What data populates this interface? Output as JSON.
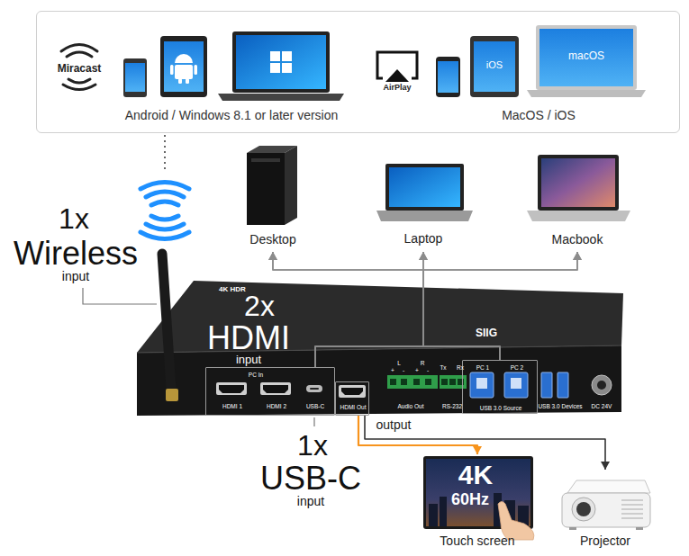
{
  "diagram": {
    "nodes": [
      {
        "text": [
          "Android / Windows 8.1 or later version",
          "MacOS / iOS"
        ]
      },
      {
        "text": [
          "Desktop"
        ]
      },
      {
        "text": [
          "Laptop"
        ]
      },
      {
        "text": [
          "Macbook"
        ]
      },
      {
        "text": [
          "4K HDR",
          "SIIG"
        ]
      },
      {
        "text": [
          "2x",
          "HDMI",
          "input",
          "PC In",
          "HDMI 1",
          "HDMI 2",
          "USB-C"
        ],
        "in": 4
      },
      {
        "text": [
          "HDMI Out"
        ],
        "in": 4
      },
      {
        "text": [
          "PC 1",
          "PC 2",
          "USB 3.0 Source"
        ],
        "in": 4
      },
      {
        "text": [
          "4K",
          "60Hz",
          "Touch screen"
        ]
      },
      {
        "text": [
          "Projector"
        ]
      }
    ],
    "edges": [
      {
        "from": 5,
        "to": 1,
        "arrow": "to"
      },
      {
        "from": 5,
        "to": 2,
        "arrow": "to"
      },
      {
        "from": 5,
        "to": 3,
        "arrow": "to"
      },
      {
        "from": 7,
        "to": 1,
        "arrow": "to"
      },
      {
        "from": 7,
        "to": 2,
        "arrow": "to"
      },
      {
        "from": 7,
        "to": 3,
        "arrow": "to"
      },
      {
        "from": 6,
        "to": 8,
        "label": "output",
        "arrow": "to"
      },
      {
        "from": 6,
        "to": 9,
        "arrow": "to"
      }
    ],
    "labels": [
      "Miracast",
      "AirPlay",
      "iOS",
      "macOS",
      "1x",
      "Wireless",
      "input",
      "1x",
      "USB-C",
      "input",
      "L",
      "R",
      "+",
      "-",
      "+",
      "-",
      "Audio Out",
      "Tx",
      "Rx",
      "RS-232",
      "USB 3.0 Devices",
      "DC 24V"
    ]
  }
}
